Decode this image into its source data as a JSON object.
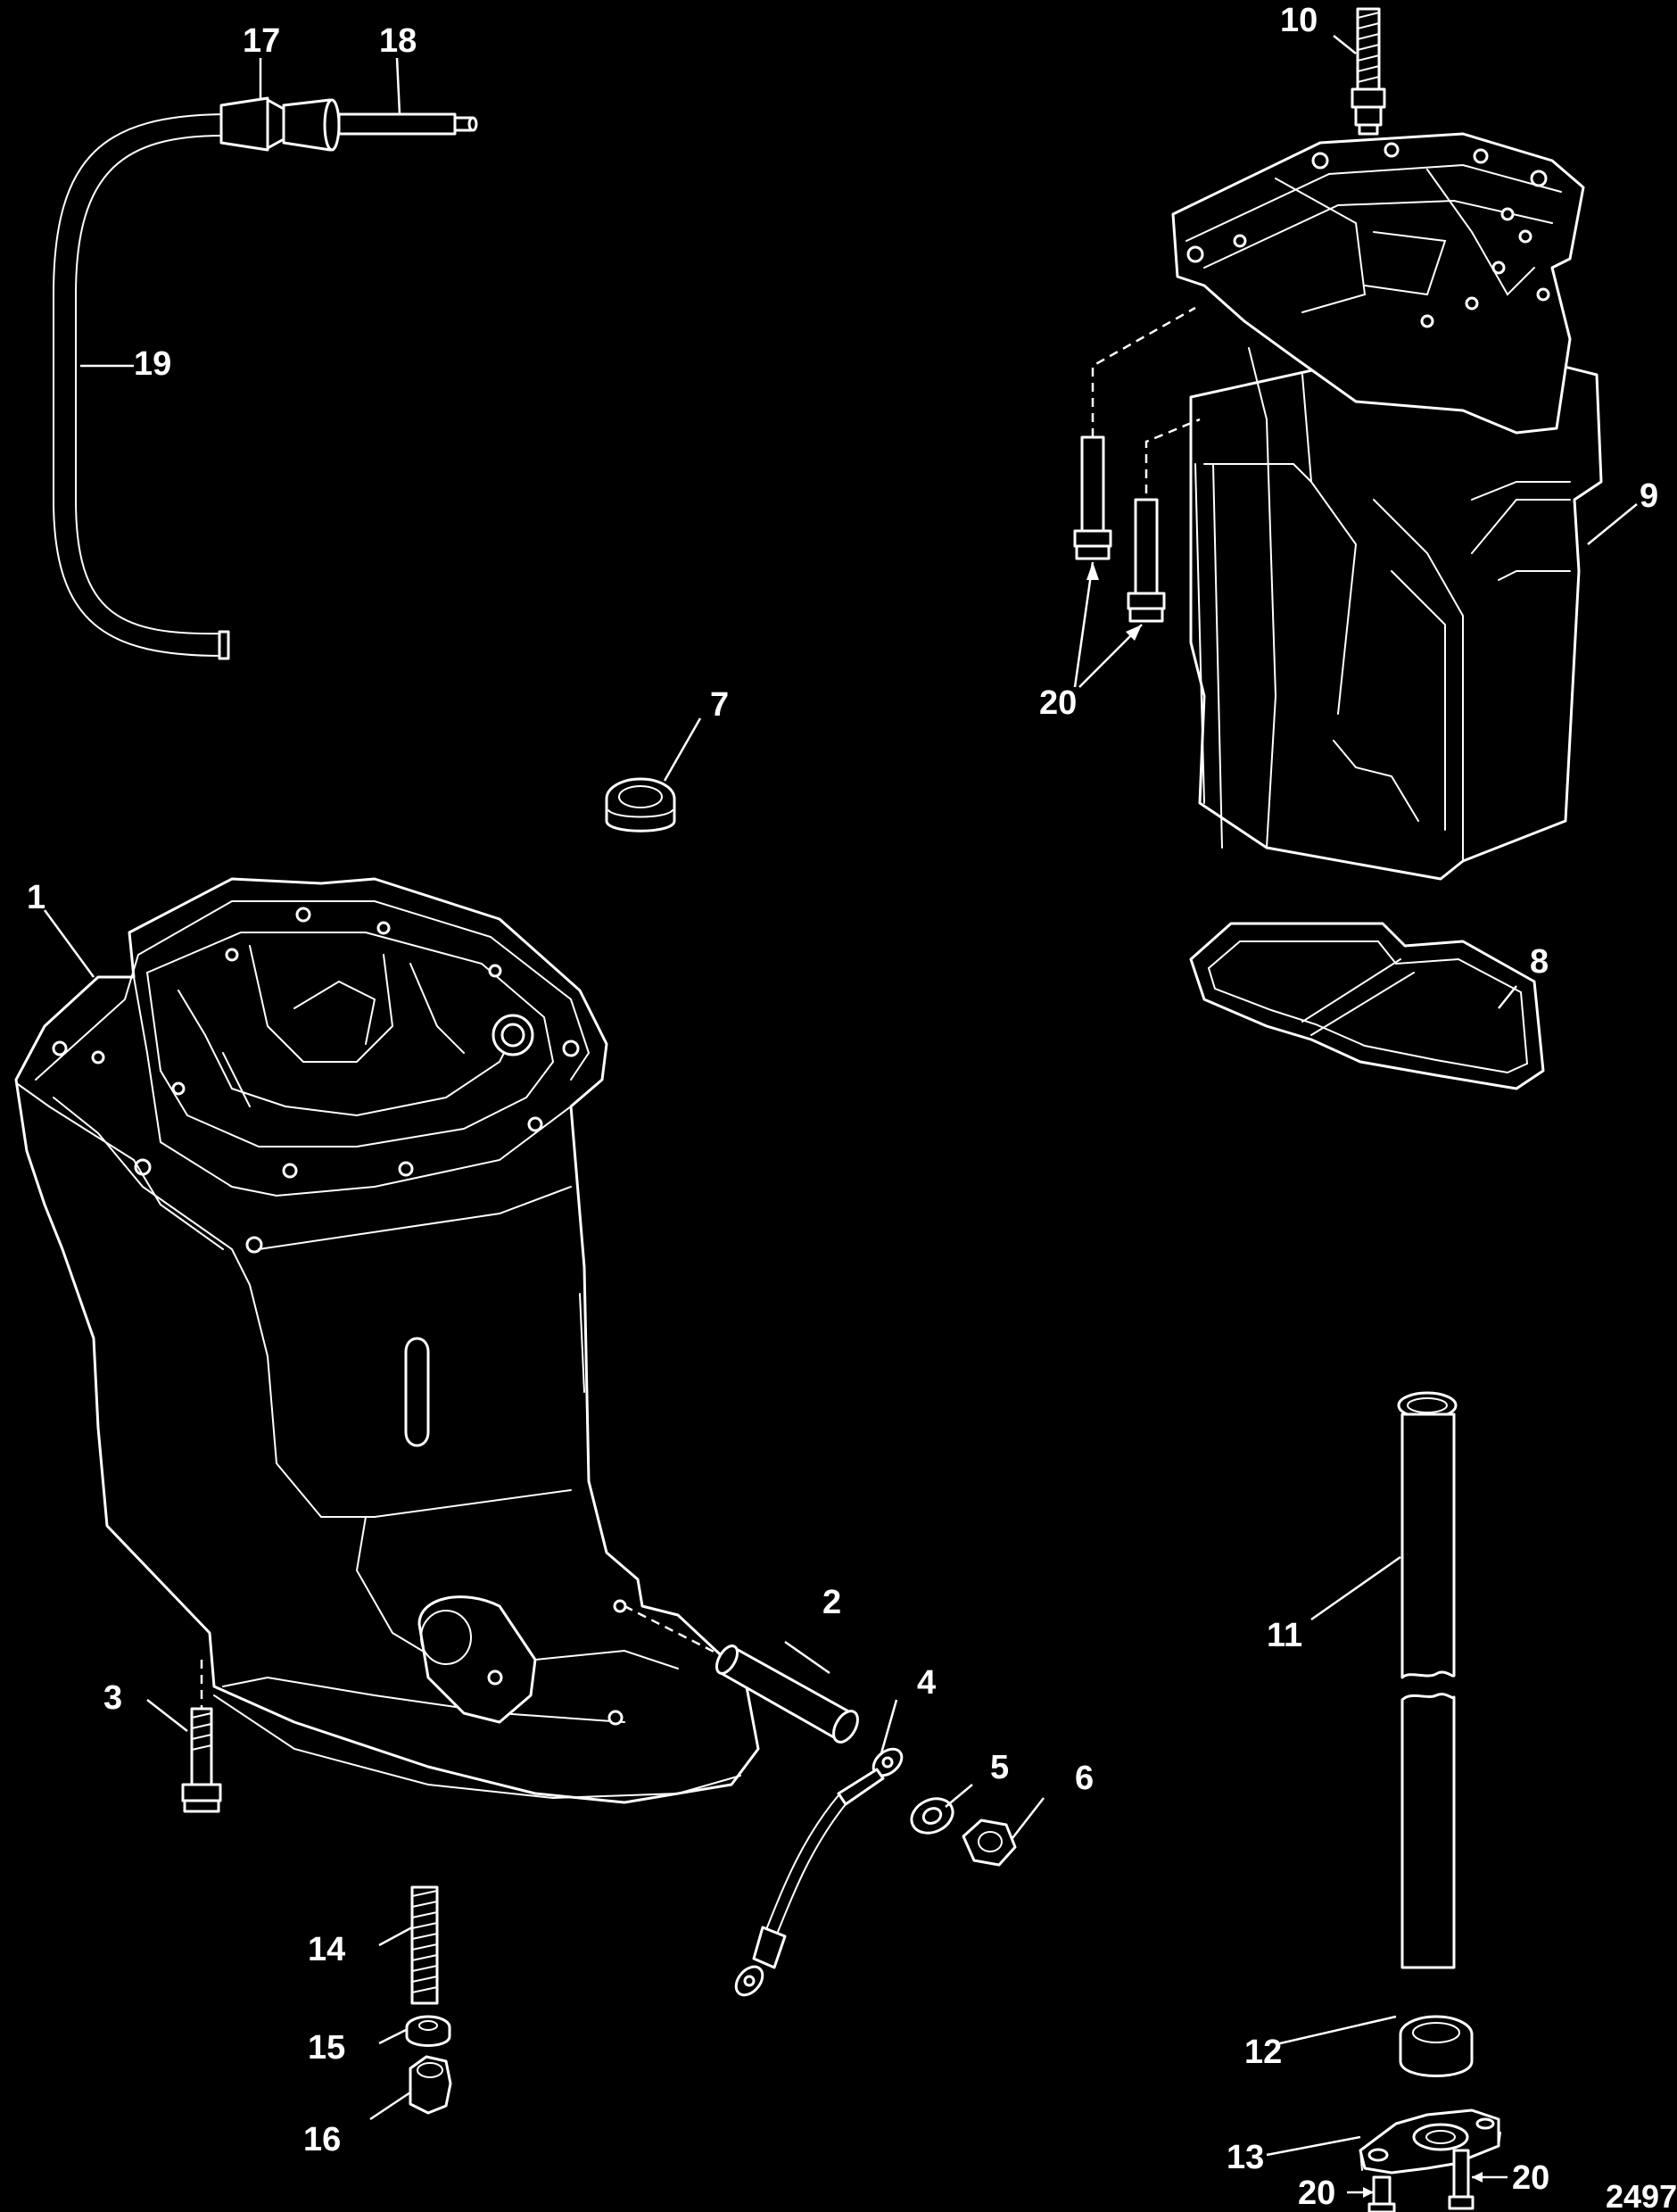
{
  "callouts": {
    "c1": "1",
    "c2": "2",
    "c3": "3",
    "c4": "4",
    "c5": "5",
    "c6": "6",
    "c7": "7",
    "c8": "8",
    "c9": "9",
    "c10": "10",
    "c11": "11",
    "c12": "12",
    "c13": "13",
    "c14": "14",
    "c15": "15",
    "c16": "16",
    "c17": "17",
    "c18": "18",
    "c19": "19",
    "c20a": "20",
    "c20b": "20",
    "c20c": "20"
  },
  "reference_number": "2497"
}
